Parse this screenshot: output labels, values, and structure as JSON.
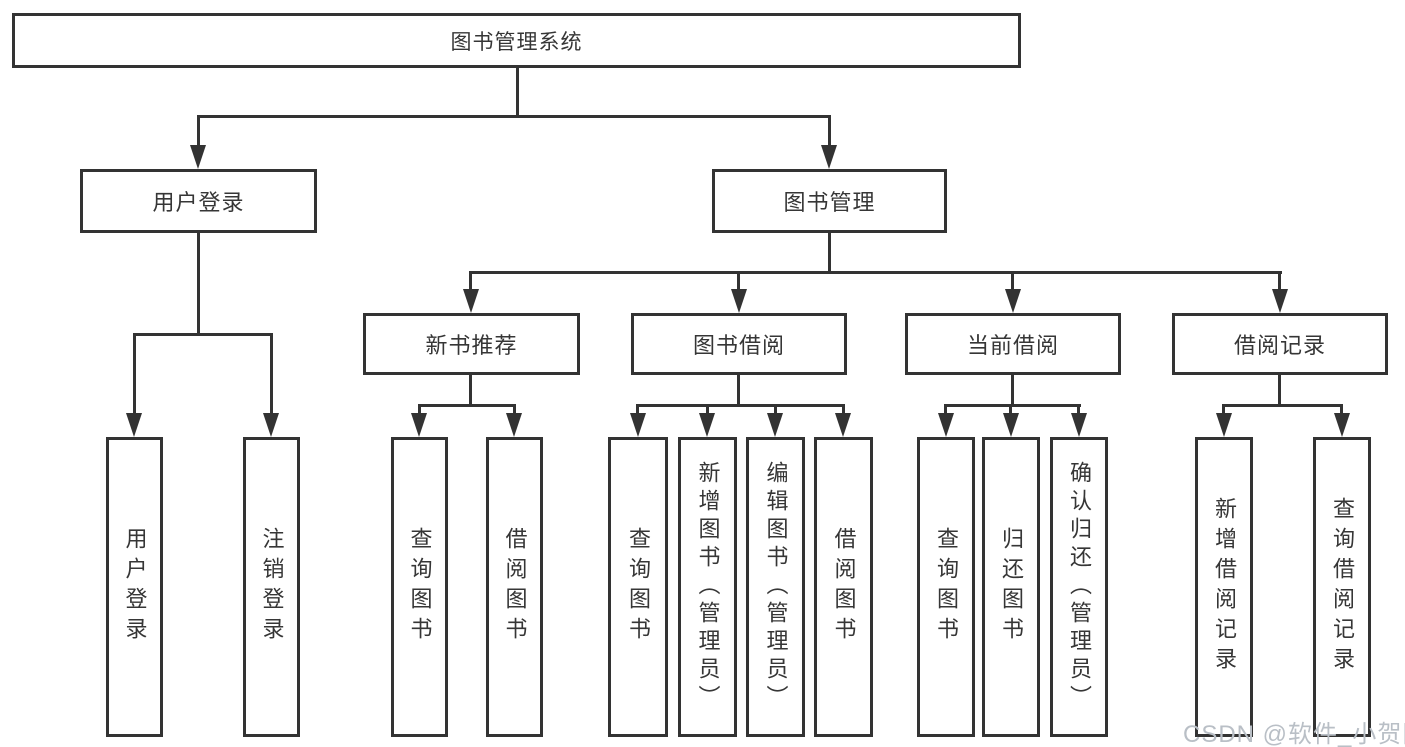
{
  "tree": {
    "root": "图书管理系统",
    "children": [
      {
        "label": "用户登录",
        "children": [
          "用户登录",
          "注销登录"
        ]
      },
      {
        "label": "图书管理",
        "children": [
          {
            "label": "新书推荐",
            "children": [
              "查询图书",
              "借阅图书"
            ]
          },
          {
            "label": "图书借阅",
            "children": [
              "查询图书",
              "新增图书（管理员）",
              "编辑图书（管理员）",
              "借阅图书"
            ]
          },
          {
            "label": "当前借阅",
            "children": [
              "查询图书",
              "归还图书",
              "确认归还（管理员）"
            ]
          },
          {
            "label": "借阅记录",
            "children": [
              "新增借阅记录",
              "查询借阅记录"
            ]
          }
        ]
      }
    ]
  },
  "watermark": {
    "text": "CSDN @软件_小贺同学"
  },
  "colors": {
    "line": "#333333",
    "text": "#363636",
    "background": "#ffffff",
    "watermark": "#b9bfc6"
  }
}
